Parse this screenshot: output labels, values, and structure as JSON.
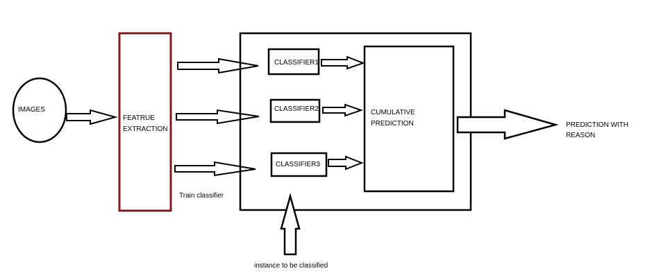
{
  "nodes": {
    "images": {
      "label": "IMAGES"
    },
    "feature_extraction": {
      "label_line1": "FEATRUE",
      "label_line2": "EXTRACTION"
    },
    "classifier1": {
      "label": "CLASSIFIER1"
    },
    "classifier2": {
      "label": "CLASSIFIER2"
    },
    "classifier3": {
      "label": "CLASSIFIER3"
    },
    "cumulative": {
      "label_line1": "CUMULATIVE",
      "label_line2": "PREDICTION"
    },
    "output": {
      "label_line1": "PREDICTION WITH",
      "label_line2": "REASON"
    }
  },
  "annotations": {
    "train_classifier": "Train classifier",
    "instance": "instance to be classified"
  },
  "colors": {
    "feature_box_border": "#7b1e22",
    "stroke": "#000000"
  }
}
